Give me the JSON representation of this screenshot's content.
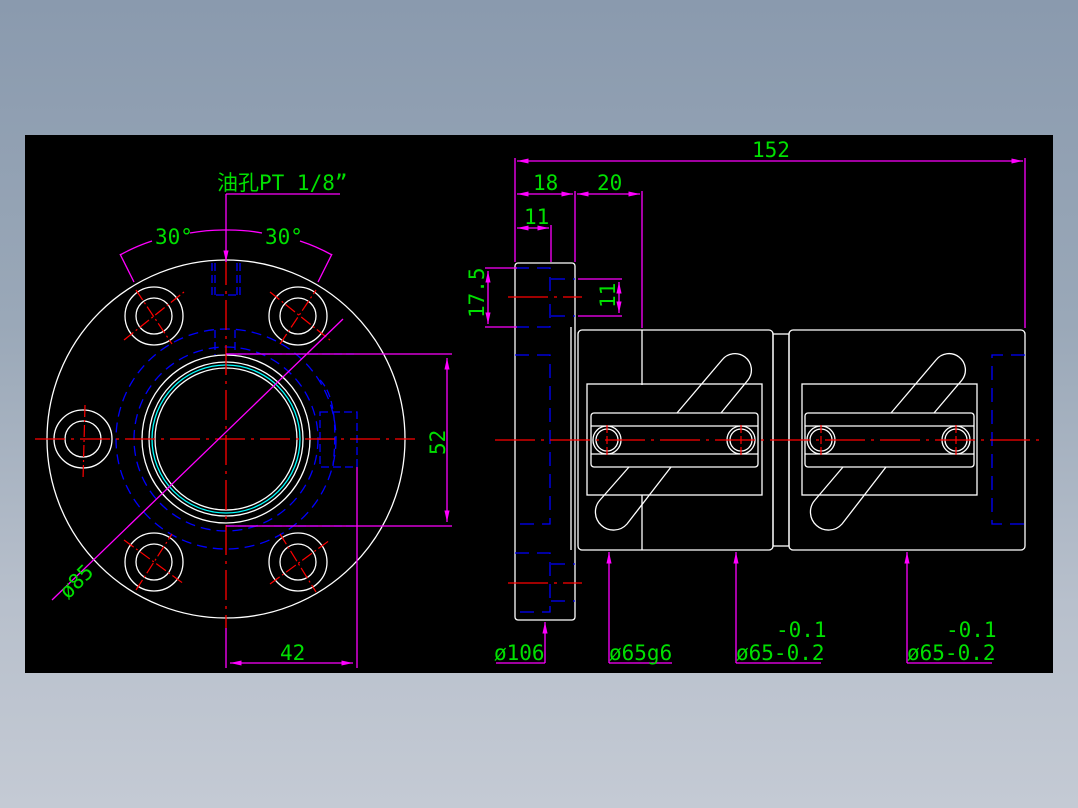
{
  "drawing": {
    "title": "Ball screw nut flange drawing",
    "colors": {
      "background": "#000000",
      "outline": "#ffffff",
      "center_line": "#ff0000",
      "hidden_line": "#0000ff",
      "dimension_line": "#ff00ff",
      "dimension_text": "#00e000",
      "thread": "#00ffff"
    },
    "front_view": {
      "oil_hole_label": "油孔PT 1/8”",
      "angle_left": "30°",
      "angle_right": "30°",
      "diameter_label": "ø85",
      "height_dim": "52",
      "offset_dim": "42"
    },
    "side_view": {
      "overall_length": "152",
      "flange_width": "18",
      "spacer_width": "20",
      "hole_offset": "11",
      "hole_height_left": "17.5",
      "hole_height_right": "11",
      "flange_diameter": "ø106",
      "spigot_diameter": "ø65g6",
      "body_diameter_1": "ø65-0.2",
      "body_tol_upper_1": "-0.1",
      "body_diameter_2": "ø65-0.2",
      "body_tol_upper_2": "-0.1"
    }
  }
}
